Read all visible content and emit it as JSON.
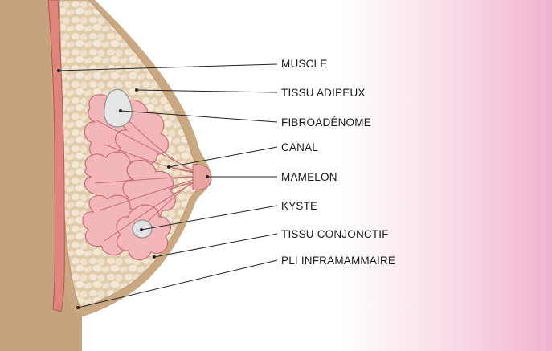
{
  "labels": {
    "muscle": "MUSCLE",
    "adipose_tissue": "TISSU ADIPEUX",
    "fibroadenoma": "FIBROADÉNOME",
    "duct": "CANAL",
    "nipple": "MAMELON",
    "cyst": "KYSTE",
    "connective_tissue": "TISSU CONJONCTIF",
    "inframammary_fold": "PLI INFRAMAMMAIRE"
  },
  "colors": {
    "skin": "#c8a883",
    "adipose": "#e5d1b5",
    "adipose_cells": "#f2e6d3",
    "muscle": "#e0857c",
    "gland": "#f3b6b8",
    "gland_outline": "#c56d75",
    "lesion": "#e4e4e4",
    "background_pink": "#f2b5d0",
    "leader_line": "#222222"
  }
}
